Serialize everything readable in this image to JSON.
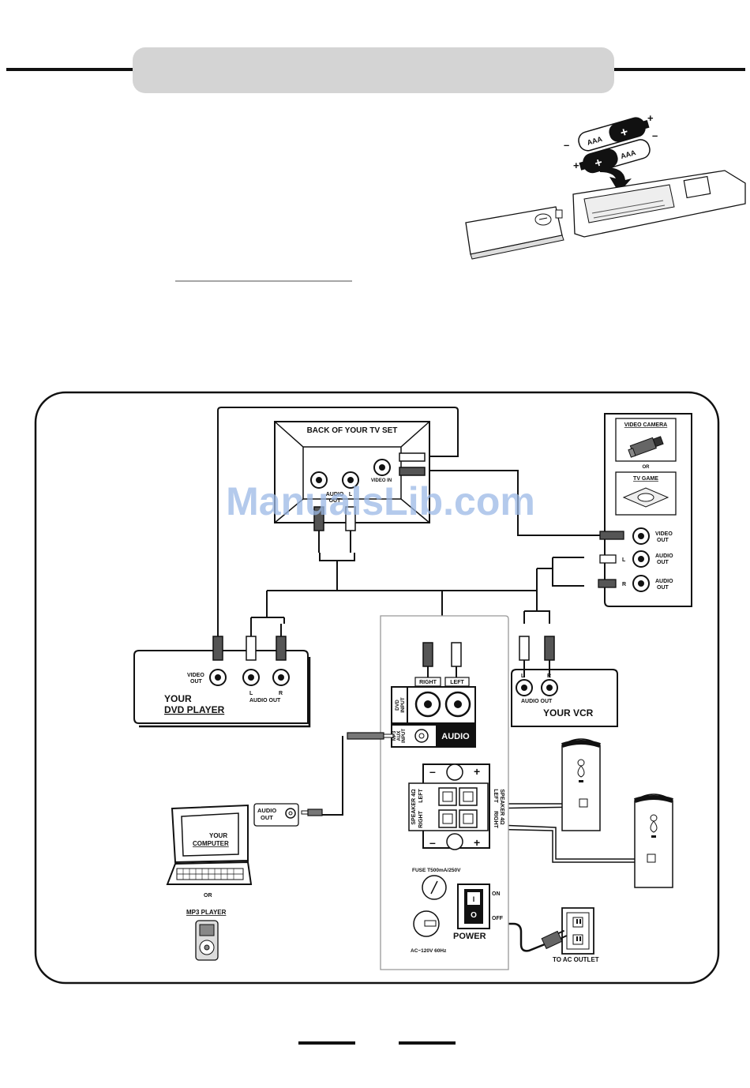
{
  "battery": {
    "label_1": "AAA",
    "label_2": "AAA",
    "plus": "+",
    "minus": "–"
  },
  "watermark": "ManualsLib.com",
  "tv": {
    "title": "BACK OF YOUR TV SET",
    "audio_out": "AUDIO",
    "audio_out_2": "OUT",
    "l": "L",
    "video_in": "VIDEO IN"
  },
  "camera_panel": {
    "video_camera": "VIDEO CAMERA",
    "or": "OR",
    "tv_game": "TV GAME",
    "video_out_1": "VIDEO",
    "video_out_2": "OUT",
    "audio_out_l_1": "AUDIO",
    "audio_out_l_2": "OUT",
    "audio_out_r_1": "AUDIO",
    "audio_out_r_2": "OUT",
    "l": "L",
    "r": "R"
  },
  "dvd": {
    "video_out_1": "VIDEO",
    "video_out_2": "OUT",
    "l": "L",
    "r": "R",
    "audio_out": "AUDIO OUT",
    "title_1": "YOUR",
    "title_2": "DVD PLAYER"
  },
  "vcr": {
    "l": "L",
    "r": "R",
    "audio_out": "AUDIO OUT",
    "title": "YOUR VCR"
  },
  "speaker_unit": {
    "right": "RIGHT",
    "left": "LEFT",
    "dvd_input_1": "DVD",
    "dvd_input_2": "INPUT",
    "mp3_1": "MP3",
    "mp3_2": "AUX",
    "mp3_3": "INPUT",
    "audio": "AUDIO",
    "minus": "–",
    "plus": "+",
    "speaker_left_1": "SPEAKER 4Ω",
    "speaker_left_2": "LEFT",
    "speaker_left_3": "RIGHT",
    "speaker_right_1": "LEFT",
    "speaker_right_2": "RIGHT",
    "speaker_right_3": "SPEAKER 4Ω",
    "fuse": "FUSE T500mA/250V",
    "on": "ON",
    "off": "OFF",
    "switch_i": "I",
    "switch_o": "O",
    "power": "POWER",
    "ac": "AC~120V 60Hz"
  },
  "computer": {
    "audio_out_1": "AUDIO",
    "audio_out_2": "OUT",
    "your": "YOUR",
    "computer": "COMPUTER",
    "or": "OR",
    "mp3_player": "MP3 PLAYER"
  },
  "outlet": {
    "label": "TO AC OUTLET"
  }
}
